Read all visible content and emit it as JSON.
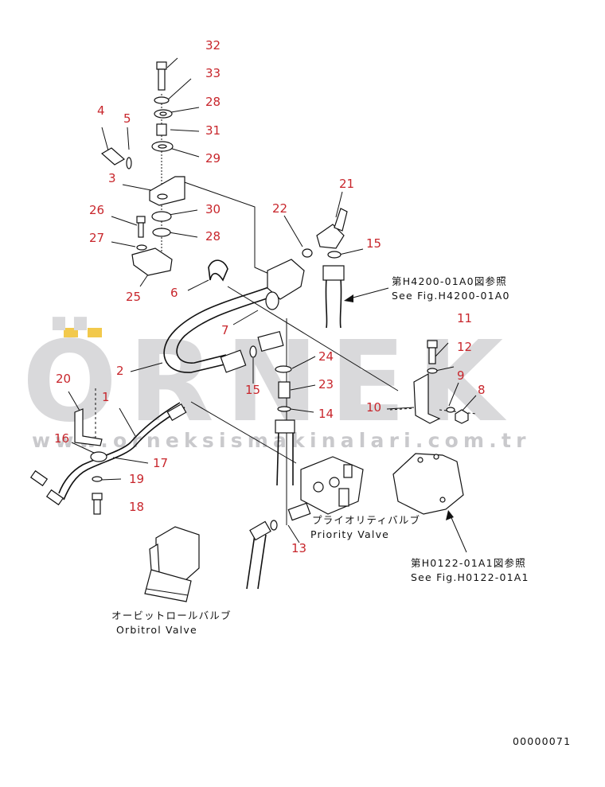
{
  "watermark": {
    "brand": "ÖRNEK",
    "site": "www.orneksismakinalari.com.tr",
    "accent_color": "#f2c94c",
    "text_color": "#d9d9db"
  },
  "part_numbers": [
    "32",
    "33",
    "28",
    "31",
    "29",
    "4",
    "5",
    "3",
    "30",
    "26",
    "28",
    "27",
    "25",
    "6",
    "22",
    "21",
    "15",
    "7",
    "2",
    "24",
    "15",
    "23",
    "14",
    "11",
    "12",
    "9",
    "8",
    "10",
    "20",
    "1",
    "16",
    "17",
    "19",
    "18",
    "13"
  ],
  "captions": {
    "priority_jp": "プライオリティバルブ",
    "priority_en": "Priority Valve",
    "orbitrol_jp": "オービットロールバルブ",
    "orbitrol_en": "Orbitrol Valve",
    "ref1_jp": "第H4200-01A0図参照",
    "ref1_en": "See Fig.H4200-01A0",
    "ref2_jp": "第H0122-01A1図参照",
    "ref2_en": "See Fig.H0122-01A1"
  },
  "drawing_code": "00000071"
}
